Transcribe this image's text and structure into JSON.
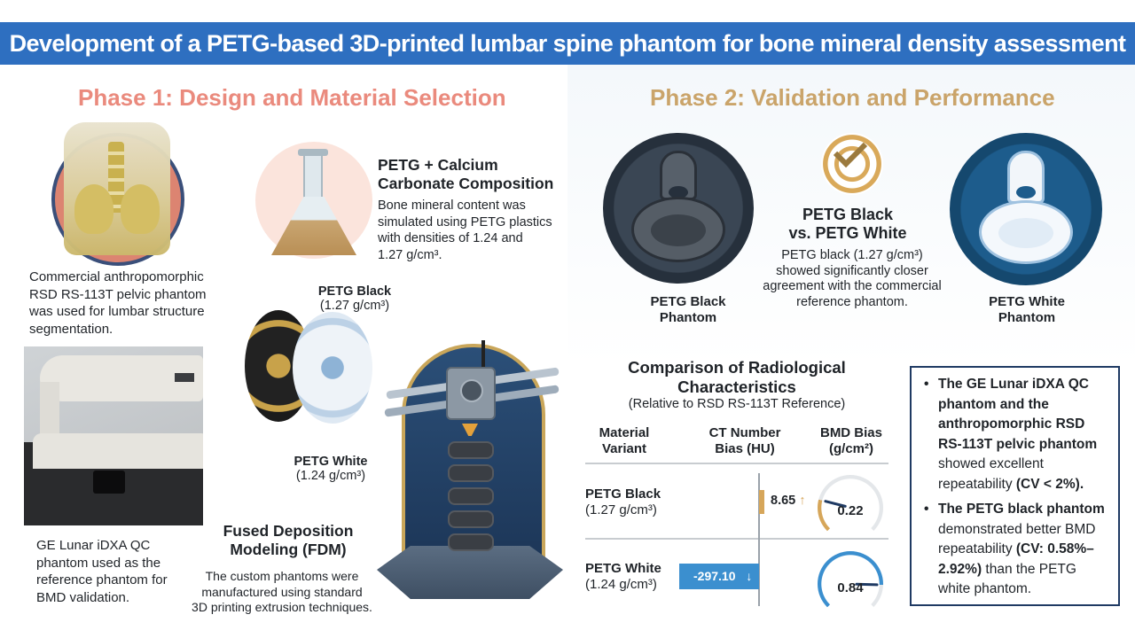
{
  "title": "Development of a PETG-based 3D-printed lumbar spine phantom for bone mineral density assessment",
  "phase1": {
    "title": "Phase 1: Design and Material Selection",
    "pelvis_caption": [
      "Commercial anthropomorphic",
      "RSD RS-113T pelvic phantom",
      "was used for lumbar structure",
      "segmentation."
    ],
    "dxa_caption": [
      "GE Lunar iDXA QC",
      "phantom used as the",
      "reference phantom for",
      "BMD validation."
    ],
    "composition": {
      "heading": [
        "PETG + Calcium",
        "Carbonate Composition"
      ],
      "body": [
        "Bone mineral content was",
        "simulated using PETG plastics",
        "with densities of 1.24 and",
        "1.27 g/cm³."
      ]
    },
    "spool_black": {
      "name": "PETG Black",
      "density": "(1.27 g/cm³)"
    },
    "spool_white": {
      "name": "PETG White",
      "density": "(1.24 g/cm³)"
    },
    "fdm": {
      "heading": [
        "Fused Deposition",
        "Modeling (FDM)"
      ],
      "body": [
        "The custom phantoms were",
        "manufactured using standard",
        "3D printing extrusion techniques."
      ]
    }
  },
  "phase2": {
    "title": "Phase 2: Validation and Performance",
    "black_phantom_label": [
      "PETG Black",
      "Phantom"
    ],
    "white_phantom_label": [
      "PETG White",
      "Phantom"
    ],
    "versus": {
      "heading": [
        "PETG Black",
        "vs. PETG White"
      ],
      "body": [
        "PETG black (1.27 g/cm³)",
        "showed significantly closer",
        "agreement with the commercial",
        "reference phantom."
      ]
    }
  },
  "comparison": {
    "title": [
      "Comparison of Radiological",
      "Characteristics"
    ],
    "subtitle": "(Relative to RSD RS-113T Reference)",
    "headers": [
      [
        "Material",
        "Variant"
      ],
      [
        "CT Number",
        "Bias (HU)"
      ],
      [
        "BMD Bias",
        "(g/cm²)"
      ]
    ],
    "rows": [
      {
        "name": "PETG Black",
        "density": "(1.27 g/cm³)",
        "ct_bias": 8.65,
        "ct_label": "8.65",
        "ct_arrow": "↑",
        "bmd_bias": 0.22,
        "bmd_label": "0.22"
      },
      {
        "name": "PETG White",
        "density": "(1.24 g/cm³)",
        "ct_bias": -297.1,
        "ct_label": "-297.10",
        "ct_arrow": "↓",
        "bmd_bias": 0.84,
        "bmd_label": "0.84"
      }
    ]
  },
  "findings": [
    {
      "bold": "The GE Lunar iDXA QC phantom and the anthropomorphic RSD RS-113T pelvic phantom",
      "normal": " showed excellent repeatability ",
      "bold2": "(CV < 2%)."
    },
    {
      "bold": "The PETG black phantom",
      "normal": " demonstrated better BMD repeatability ",
      "bold2": "(CV: 0.58%–2.92%)",
      "normal2": " than the PETG white phantom."
    }
  ],
  "colors": {
    "title_bar": "#2e6fc0",
    "phase1": "#ea8a7d",
    "phase2": "#caa46a",
    "petg_black_accent": "#d6a65a",
    "petg_white_accent": "#3b8fcf"
  }
}
